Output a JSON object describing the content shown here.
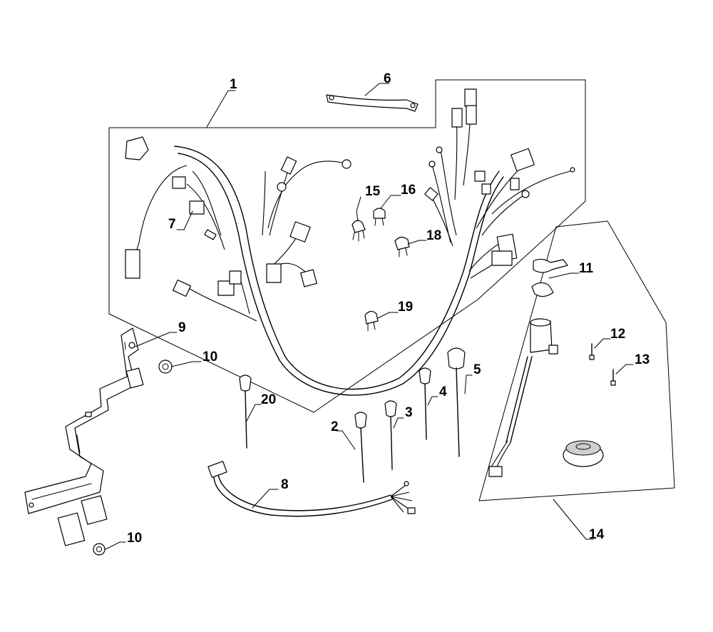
{
  "callouts": {
    "c1": "1",
    "c2": "2",
    "c3": "3",
    "c4": "4",
    "c5": "5",
    "c6": "6",
    "c7": "7",
    "c8": "8",
    "c9": "9",
    "c10a": "10",
    "c10b": "10",
    "c11": "11",
    "c12": "12",
    "c13": "13",
    "c14": "14",
    "c15": "15",
    "c16": "16",
    "c18": "18",
    "c19": "19",
    "c20": "20"
  }
}
